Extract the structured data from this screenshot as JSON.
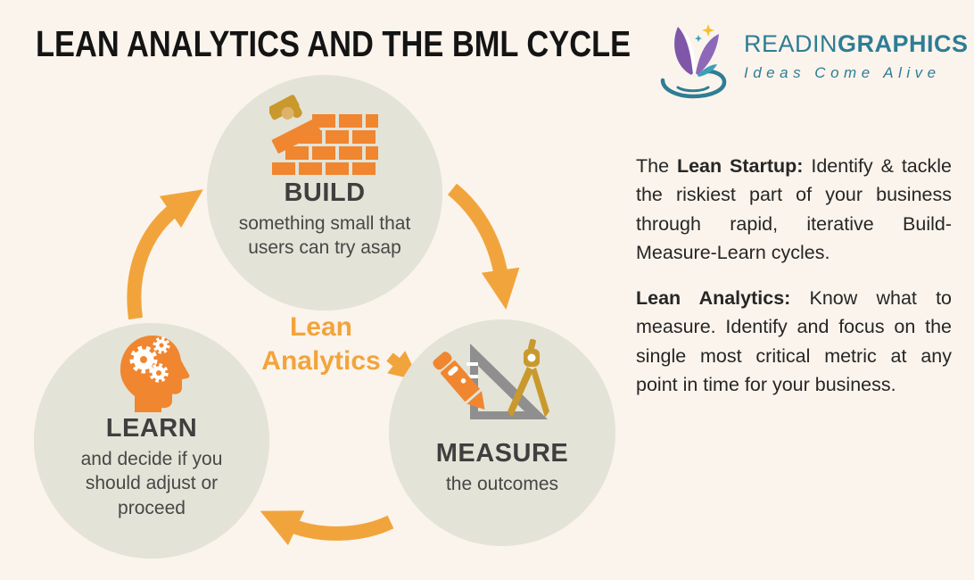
{
  "header": {
    "title": "LEAN ANALYTICS AND THE BML CYCLE"
  },
  "logo": {
    "brand_regular": "READIN",
    "brand_bold": "GRAPHICS",
    "tagline": "Ideas Come Alive",
    "icon": "open-book-with-stars-and-swoosh",
    "brand_color": "#2e7d95"
  },
  "cycle": {
    "center_label_line1": "Lean",
    "center_label_line2": "Analytics",
    "nodes": [
      {
        "id": "build",
        "title": "BUILD",
        "desc": "something small that users can try asap",
        "icon": "brick-wall-with-hand-icon"
      },
      {
        "id": "measure",
        "title": "MEASURE",
        "desc": "the outcomes",
        "icon": "set-square-compass-pencil-icon"
      },
      {
        "id": "learn",
        "title": "LEARN",
        "desc": "and decide if you should adjust or proceed",
        "icon": "head-with-gears-icon"
      }
    ],
    "arrows": [
      "learn-to-build",
      "build-to-measure",
      "measure-to-learn",
      "lean-analytics-to-measure"
    ]
  },
  "panel": {
    "para1_prefix": "The ",
    "para1_bold": "Lean Startup:",
    "para1_rest": " Identify & tackle the riskiest part of your business through rapid, iterative Build-Measure-Learn cycles.",
    "para2_bold": "Lean Analytics:",
    "para2_rest": " Know what to measure. Identify and focus on the single most critical metric at any point in time for your business."
  },
  "colors": {
    "background": "#fbf4ec",
    "circle_fill": "#e3e3d7",
    "arrow_orange": "#f2a43c",
    "icon_orange": "#f0862f",
    "gold": "#c9992e",
    "gray": "#8f8f8f",
    "teal": "#2e7d95",
    "purple": "#7e57a8",
    "title_text": "#141414",
    "body_text": "#262626"
  }
}
